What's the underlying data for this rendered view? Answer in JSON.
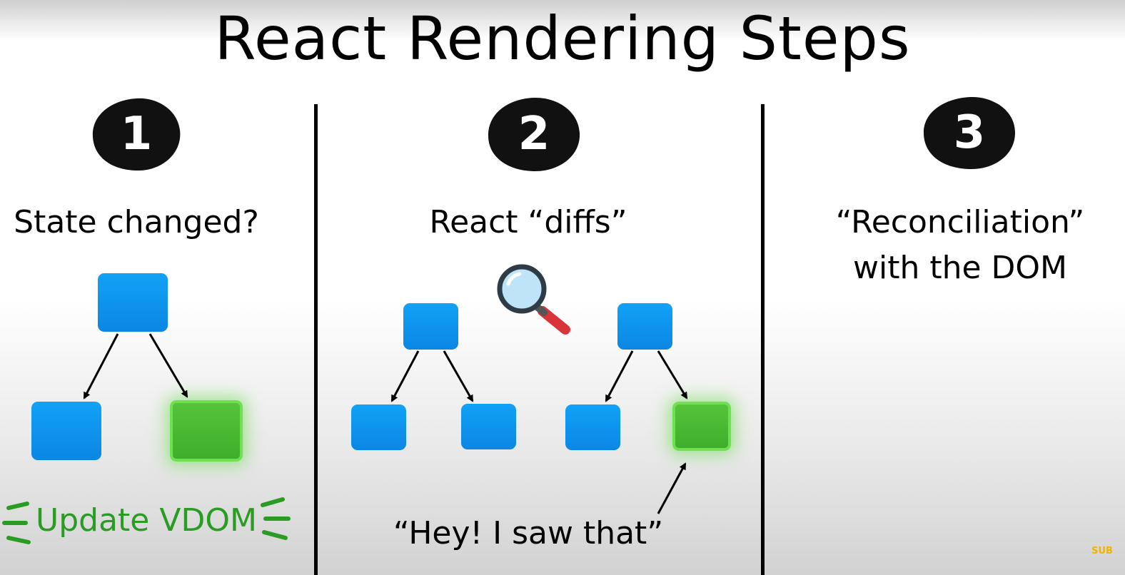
{
  "title": "React Rendering Steps",
  "steps": [
    {
      "number": "1",
      "label": "State changed?"
    },
    {
      "number": "2",
      "label": "React “diffs”"
    },
    {
      "number": "3",
      "label_line1": "“Reconciliation”",
      "label_line2": "with the DOM"
    }
  ],
  "vdom_label": "Update VDOM",
  "callout": "“Hey! I saw that”",
  "logo_text": "SUB",
  "colors": {
    "node_blue": "#0c8de8",
    "node_green": "#4ab832",
    "update_green": "#2a9b23",
    "magnifier_glass": "#bfe4f7",
    "magnifier_handle": "#d9343a"
  }
}
